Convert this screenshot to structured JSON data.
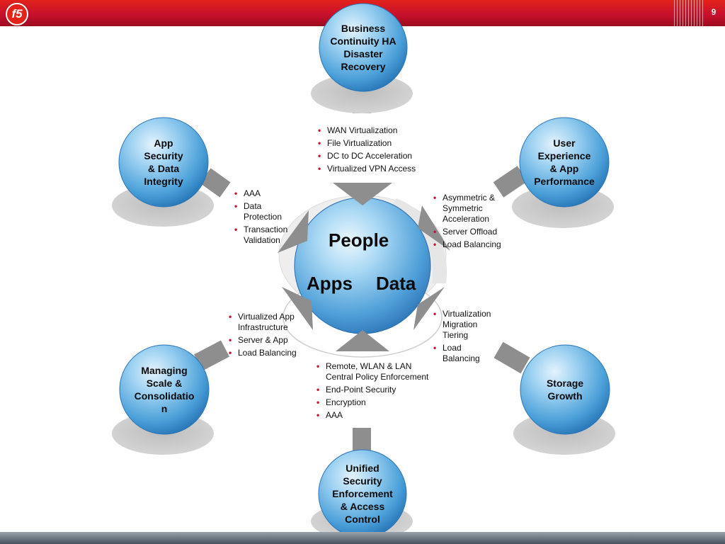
{
  "header": {
    "page_number": "9",
    "logo_text": "f5"
  },
  "colors": {
    "header_red": "#c8102e",
    "bullet_red": "#c8102e",
    "sphere_blue": "#4a9fd8",
    "connector_gray": "#8e8e8e",
    "shadow_gray": "#cfcfcf"
  },
  "center": {
    "people": "People",
    "apps": "Apps",
    "data": "Data"
  },
  "nodes": {
    "top": {
      "lines": [
        "Business",
        "Continuity HA",
        "Disaster",
        "Recovery"
      ]
    },
    "top_left": {
      "lines": [
        "App",
        "Security",
        "& Data",
        "Integrity"
      ]
    },
    "top_right": {
      "lines": [
        "User",
        "Experience",
        "& App",
        "Performance"
      ]
    },
    "bottom_left": {
      "lines": [
        "Managing",
        "Scale &",
        "Consolidatio",
        "n"
      ]
    },
    "bottom_right": {
      "lines": [
        "Storage",
        "Growth"
      ]
    },
    "bottom": {
      "lines": [
        "Unified",
        "Security",
        "Enforcement",
        "& Access",
        "Control"
      ]
    }
  },
  "bullets": {
    "top": [
      "WAN Virtualization",
      "File Virtualization",
      "DC to DC Acceleration",
      "Virtualized VPN Access"
    ],
    "top_left": [
      "AAA",
      "Data Protection",
      "Transaction Validation"
    ],
    "top_right": [
      "Asymmetric & Symmetric Acceleration",
      "Server Offload",
      "Load Balancing"
    ],
    "bottom_left": [
      "Virtualized App Infrastructure",
      "Server & App",
      "Load Balancing"
    ],
    "bottom_right": [
      "Virtualization Migration Tiering",
      "Load Balancing"
    ],
    "bottom": [
      "Remote, WLAN & LAN Central Policy Enforcement",
      "End-Point Security",
      "Encryption",
      "AAA"
    ]
  }
}
